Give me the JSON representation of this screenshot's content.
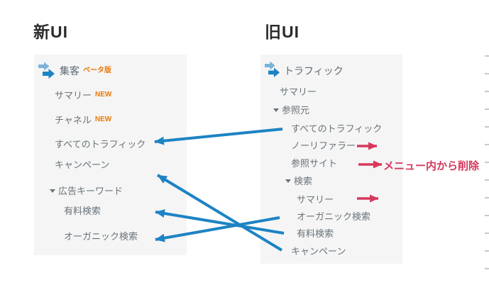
{
  "page": {
    "title_new": "新UI",
    "title_old": "旧UI"
  },
  "new_panel": {
    "section": {
      "label": "集客",
      "badge": "ベータ版"
    },
    "items": [
      {
        "label": "サマリー",
        "badge": "NEW"
      },
      {
        "label": "チャネル",
        "badge": "NEW"
      },
      {
        "label": "すべてのトラフィック"
      },
      {
        "label": "キャンペーン"
      },
      {
        "label": "広告キーワード"
      },
      {
        "label": "有料検索"
      },
      {
        "label": "オーガニック検索"
      }
    ]
  },
  "old_panel": {
    "section": {
      "label": "トラフィック"
    },
    "items": [
      {
        "label": "サマリー"
      },
      {
        "label": "参照元"
      },
      {
        "label": "すべてのトラフィック"
      },
      {
        "label": "ノーリファラー"
      },
      {
        "label": "参照サイト"
      },
      {
        "label": "検索"
      },
      {
        "label": "サマリー"
      },
      {
        "label": "オーガニック検索"
      },
      {
        "label": "有料検索"
      },
      {
        "label": "キャンペーン"
      }
    ]
  },
  "annotations": {
    "removed_note": "メニュー内から削除",
    "removed_items": [
      "ノーリファラー",
      "参照サイト",
      "検索 > サマリー"
    ],
    "connections": [
      {
        "from": "旧UI: 参照元 > すべてのトラフィック",
        "to": "新UI: すべてのトラフィック"
      },
      {
        "from": "旧UI: キャンペーン",
        "to": "新UI: キャンペーン"
      },
      {
        "from": "旧UI: 検索 > 有料検索",
        "to": "新UI: 広告キーワード > 有料検索"
      },
      {
        "from": "旧UI: 検索 > オーガニック検索",
        "to": "新UI: 広告キーワード > オーガニック検索"
      }
    ]
  },
  "colors": {
    "connector_blue": "#1d83c4",
    "icon_light_blue": "#7cb2d6",
    "removal_red": "#d6395c",
    "badge_orange": "#e8790d",
    "panel_bg": "#f5f5f5",
    "item_text": "#68737a",
    "title_text": "#2b2b2b"
  }
}
